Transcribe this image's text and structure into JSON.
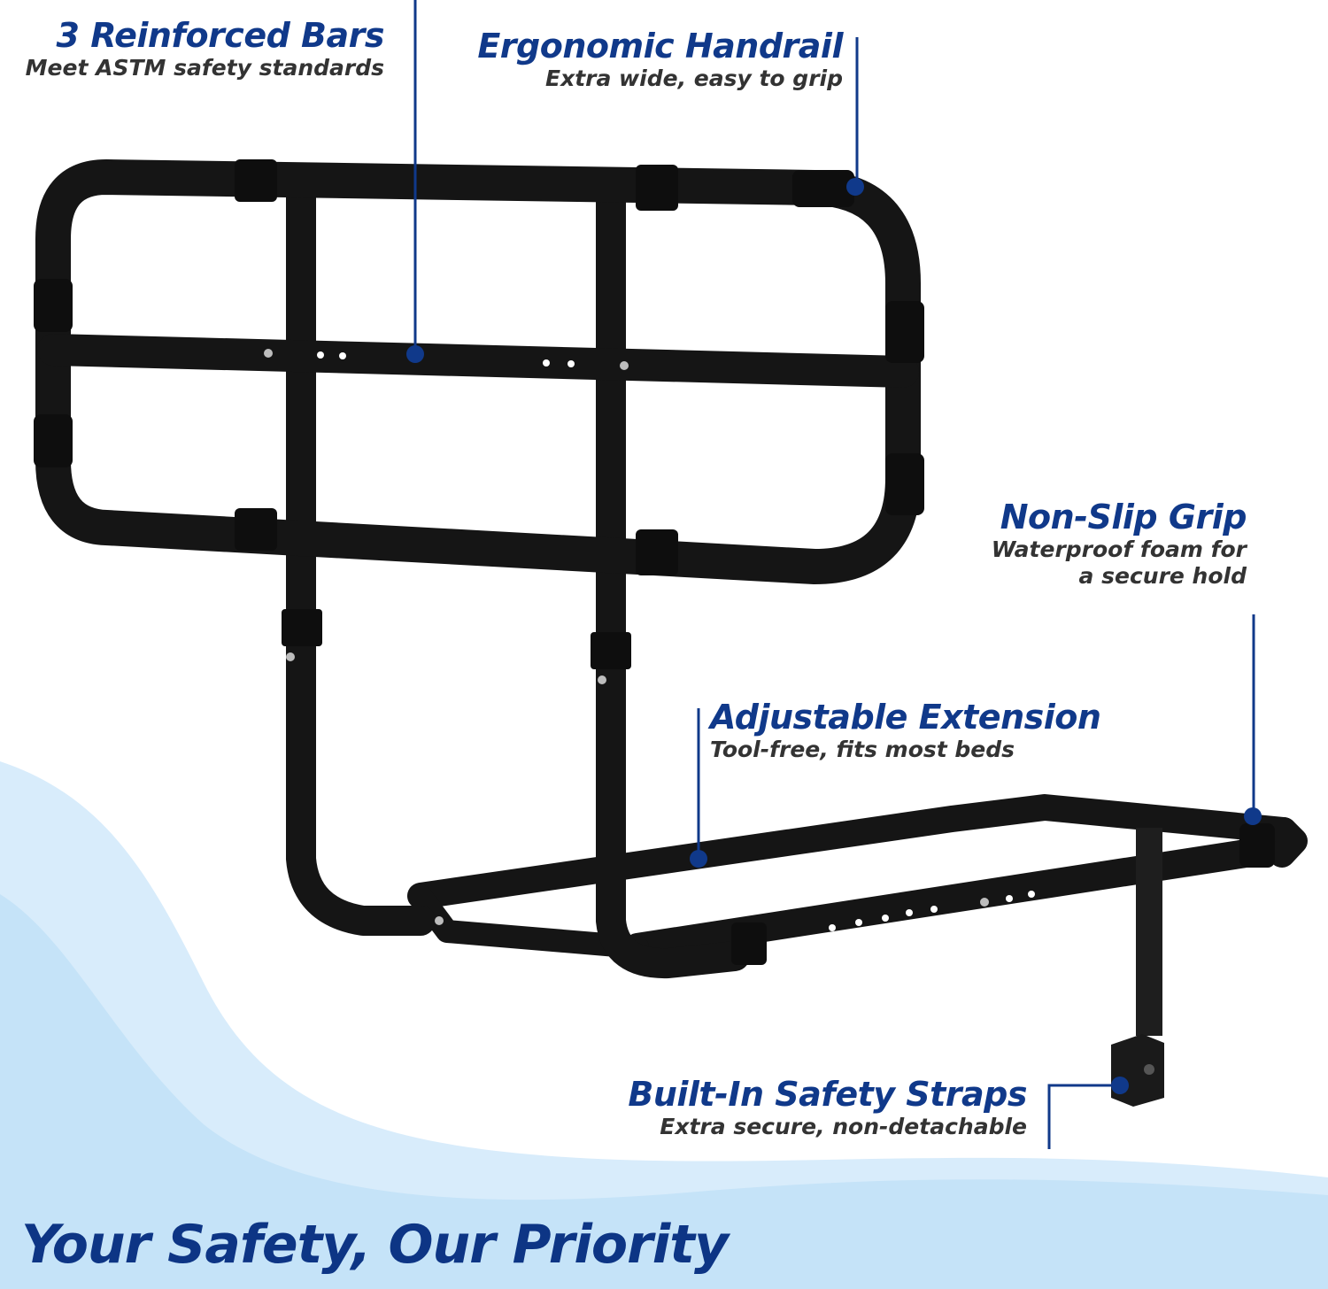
{
  "colors": {
    "accent": "#10398a",
    "subtext": "#333333",
    "wave_light": "#d6ecfb",
    "wave_mid": "#c3e2f8",
    "rail": "#141414"
  },
  "features": [
    {
      "id": "bars",
      "title": "3 Reinforced Bars",
      "subtitle": "Meet ASTM safety standards"
    },
    {
      "id": "handrail",
      "title": "Ergonomic Handrail",
      "subtitle": "Extra wide, easy to grip"
    },
    {
      "id": "grip",
      "title": "Non-Slip Grip",
      "subtitle_lines": [
        "Waterproof foam for",
        "a secure hold"
      ]
    },
    {
      "id": "extension",
      "title": "Adjustable Extension",
      "subtitle": "Tool-free, fits most beds"
    },
    {
      "id": "straps",
      "title": "Built-In Safety Straps",
      "subtitle": "Extra secure, non-detachable"
    }
  ],
  "tagline": "Your Safety, Our Priority"
}
